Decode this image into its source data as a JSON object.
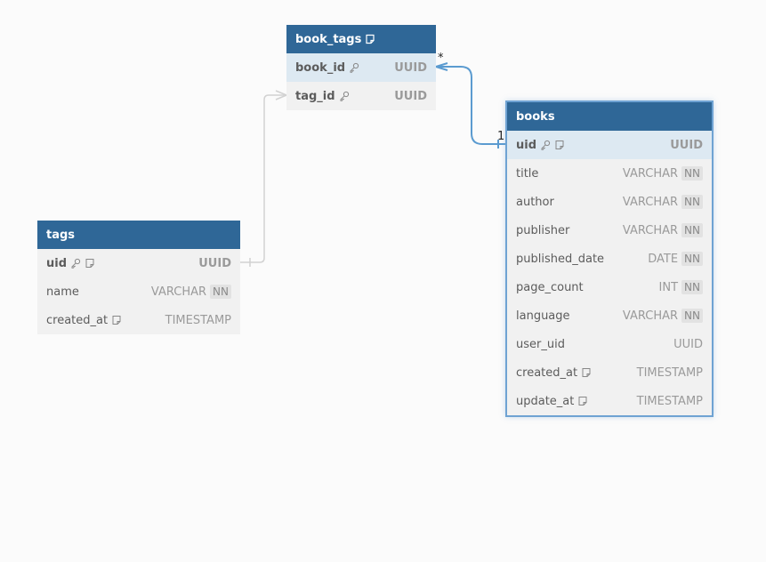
{
  "diagram": {
    "tables": [
      {
        "id": "book_tags",
        "title": "book_tags",
        "has_note": true,
        "columns": [
          {
            "name": "book_id",
            "type": "UUID",
            "pk": true,
            "note": false,
            "nn": false
          },
          {
            "name": "tag_id",
            "type": "UUID",
            "pk": true,
            "note": false,
            "nn": false
          }
        ]
      },
      {
        "id": "books",
        "title": "books",
        "has_note": false,
        "columns": [
          {
            "name": "uid",
            "type": "UUID",
            "pk": true,
            "note": true,
            "nn": false
          },
          {
            "name": "title",
            "type": "VARCHAR",
            "nn_label": "NN"
          },
          {
            "name": "author",
            "type": "VARCHAR",
            "nn_label": "NN"
          },
          {
            "name": "publisher",
            "type": "VARCHAR",
            "nn_label": "NN"
          },
          {
            "name": "published_date",
            "type": "DATE",
            "nn_label": "NN"
          },
          {
            "name": "page_count",
            "type": "INT",
            "nn_label": "NN"
          },
          {
            "name": "language",
            "type": "VARCHAR",
            "nn_label": "NN"
          },
          {
            "name": "user_uid",
            "type": "UUID"
          },
          {
            "name": "created_at",
            "type": "TIMESTAMP",
            "note": true
          },
          {
            "name": "update_at",
            "type": "TIMESTAMP",
            "note": true
          }
        ]
      },
      {
        "id": "tags",
        "title": "tags",
        "has_note": false,
        "columns": [
          {
            "name": "uid",
            "type": "UUID",
            "pk": true,
            "note": true
          },
          {
            "name": "name",
            "type": "VARCHAR",
            "nn_label": "NN"
          },
          {
            "name": "created_at",
            "type": "TIMESTAMP",
            "note": true
          }
        ]
      }
    ],
    "relationships": [
      {
        "from": "book_tags.book_id",
        "to": "books.uid",
        "from_card": "*",
        "to_card": "1",
        "color": "#5b9bd0",
        "highlighted": true
      },
      {
        "from": "book_tags.tag_id",
        "to": "tags.uid",
        "from_card": "",
        "to_card": "",
        "color": "#cfcfcf",
        "highlighted": false
      }
    ]
  },
  "colors": {
    "header": "#2f6797",
    "body": "#f1f1f1",
    "highlight_row": "#dde9f2",
    "selected_border": "#6fa3d3",
    "background": "#fbfbfb"
  }
}
